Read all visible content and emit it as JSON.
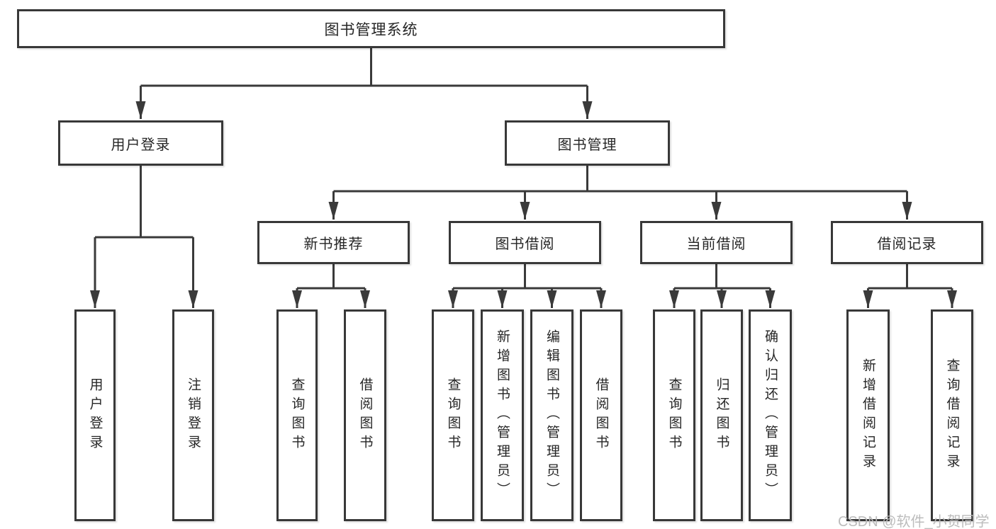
{
  "tree": {
    "label": "图书管理系统",
    "children": [
      {
        "label": "用户登录",
        "children": [
          {
            "label": "用户登录"
          },
          {
            "label": "注销登录"
          }
        ]
      },
      {
        "label": "图书管理",
        "children": [
          {
            "label": "新书推荐",
            "children": [
              {
                "label": "查询图书"
              },
              {
                "label": "借阅图书"
              }
            ]
          },
          {
            "label": "图书借阅",
            "children": [
              {
                "label": "查询图书"
              },
              {
                "label": "新增图书（管理员）"
              },
              {
                "label": "编辑图书（管理员）"
              },
              {
                "label": "借阅图书"
              }
            ]
          },
          {
            "label": "当前借阅",
            "children": [
              {
                "label": "查询图书"
              },
              {
                "label": "归还图书"
              },
              {
                "label": "确认归还（管理员）"
              }
            ]
          },
          {
            "label": "借阅记录",
            "children": [
              {
                "label": "新增借阅记录"
              },
              {
                "label": "查询借阅记录"
              }
            ]
          }
        ]
      }
    ]
  },
  "watermark": {
    "text": "CSDN @软件_小贺同学"
  },
  "colors": {
    "line": "#3a3a3a",
    "box_border": "#383838",
    "text": "#262626",
    "watermark_color": "#b9b9b9",
    "background": "#ffffff"
  }
}
